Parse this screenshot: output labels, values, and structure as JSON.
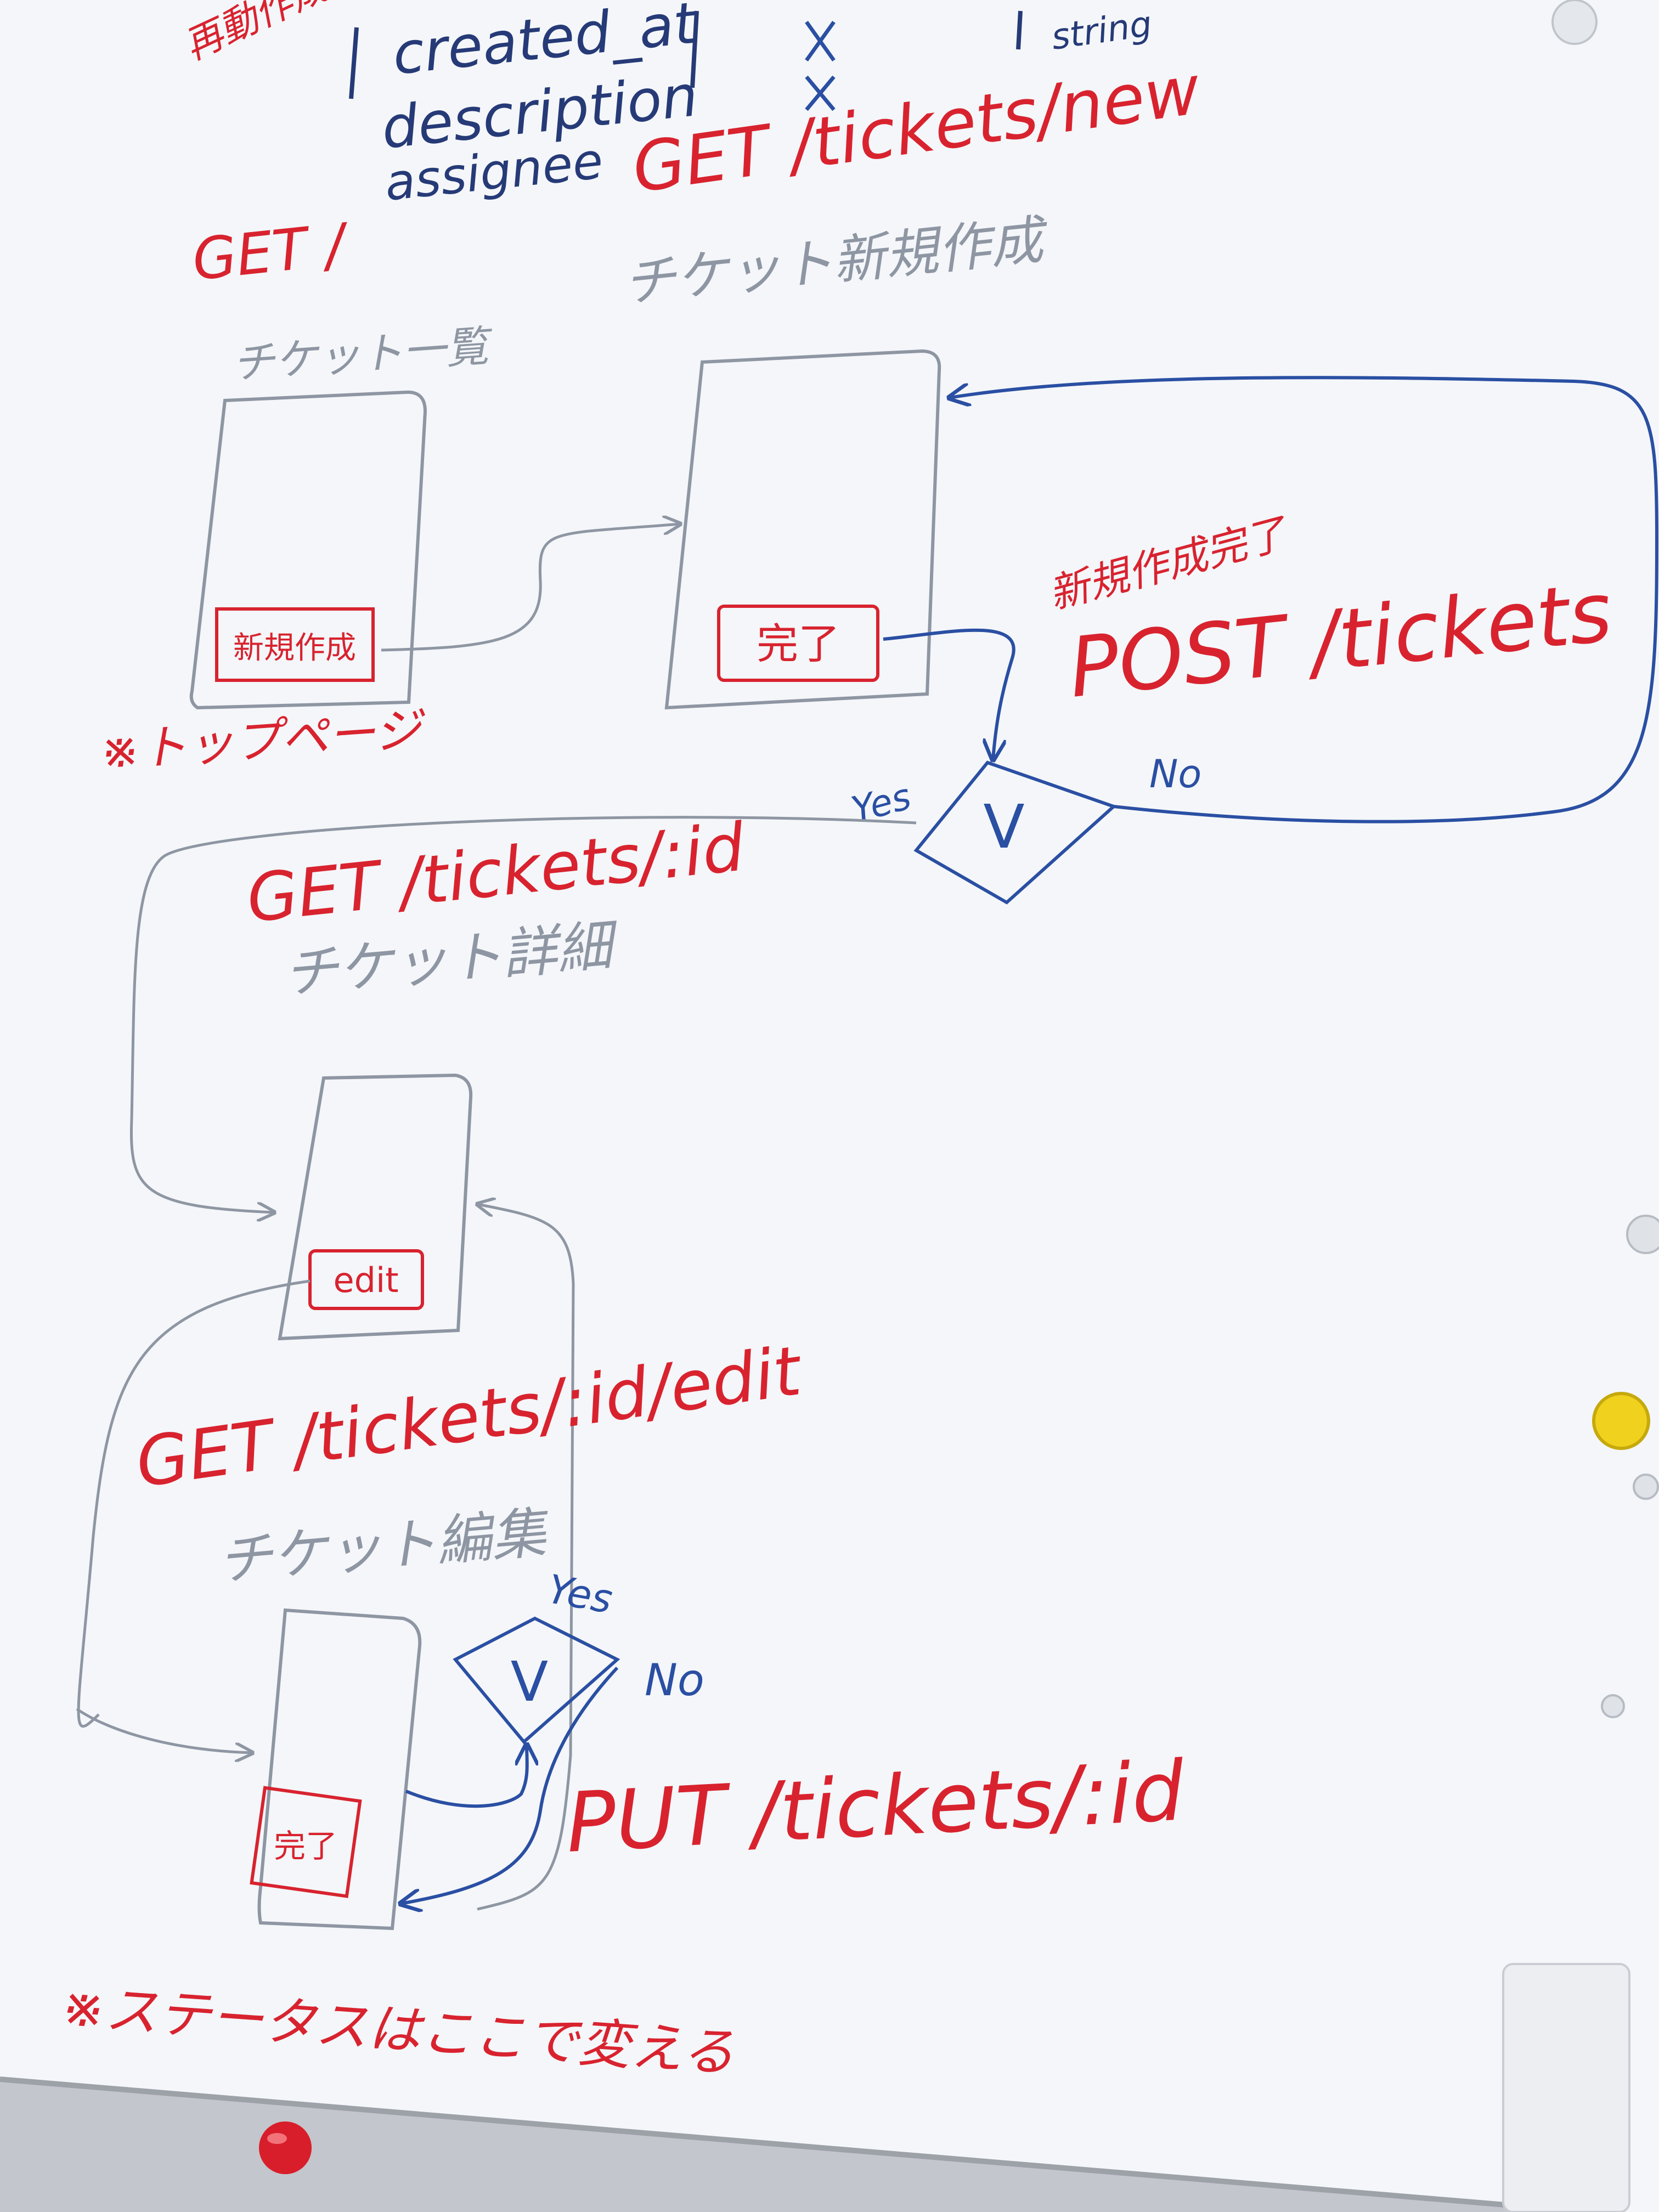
{
  "colors": {
    "board": "#f4f6f9",
    "red_marker": "#d8232f",
    "blue_marker": "#2a4fa3",
    "gray_pencil": "#8e96a3",
    "navy_marker": "#263a77",
    "frame": "#b9bcc2",
    "magnet_red": "#d81e2a",
    "magnet_yellow": "#f0d21e"
  },
  "top": {
    "red_label": "再動作成",
    "fields": [
      "created_at",
      "description",
      "assignee"
    ],
    "top_right": "string"
  },
  "pages": {
    "list": {
      "route": "GET /",
      "title": "チケット一覧",
      "button": "新規作成",
      "note": "※トップページ"
    },
    "new": {
      "route": "GET /tickets/new",
      "title": "チケット新規作成",
      "button": "完了"
    },
    "detail": {
      "route": "GET /tickets/:id",
      "title": "チケット詳細",
      "button": "edit"
    },
    "edit": {
      "route": "GET /tickets/:id/edit",
      "title": "チケット編集",
      "button": "完了",
      "note": "※ステータスはここで変える"
    }
  },
  "actions": {
    "create": {
      "note": "新規作成完了",
      "route": "POST /tickets"
    },
    "update": {
      "route": "PUT /tickets/:id"
    }
  },
  "validations": {
    "create": {
      "symbol": "V",
      "yes": "Yes",
      "no": "No"
    },
    "update": {
      "symbol": "V",
      "yes": "Yes",
      "no": "No"
    }
  }
}
